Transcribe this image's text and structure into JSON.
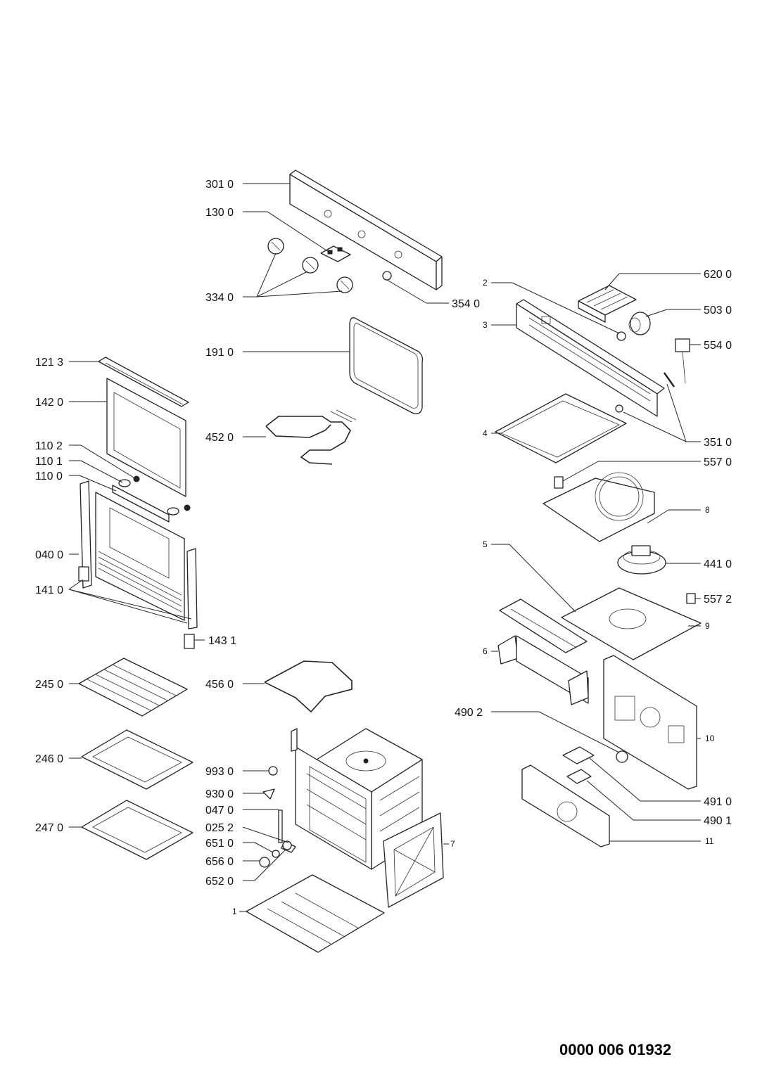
{
  "document": {
    "number": "0000 006 01932"
  },
  "parts": [
    {
      "id": "p3010",
      "label": "301 0"
    },
    {
      "id": "p1300",
      "label": "130 0"
    },
    {
      "id": "p3340",
      "label": "334 0"
    },
    {
      "id": "p3540",
      "label": "354 0"
    },
    {
      "id": "p1910",
      "label": "191 0"
    },
    {
      "id": "p4520",
      "label": "452 0"
    },
    {
      "id": "p1213",
      "label": "121 3"
    },
    {
      "id": "p1420",
      "label": "142 0"
    },
    {
      "id": "p1102",
      "label": "110 2"
    },
    {
      "id": "p1101",
      "label": "110 1"
    },
    {
      "id": "p1100",
      "label": "110 0"
    },
    {
      "id": "p0400",
      "label": "040 0"
    },
    {
      "id": "p1410",
      "label": "141 0"
    },
    {
      "id": "p1431",
      "label": "143 1"
    },
    {
      "id": "p2450",
      "label": "245 0"
    },
    {
      "id": "p4560",
      "label": "456 0"
    },
    {
      "id": "p2460",
      "label": "246 0"
    },
    {
      "id": "p2470",
      "label": "247 0"
    },
    {
      "id": "p9930",
      "label": "993 0"
    },
    {
      "id": "p9300",
      "label": "930 0"
    },
    {
      "id": "p0470",
      "label": "047 0"
    },
    {
      "id": "p0252",
      "label": "025 2"
    },
    {
      "id": "p6510",
      "label": "651 0"
    },
    {
      "id": "p6560",
      "label": "656 0"
    },
    {
      "id": "p6520",
      "label": "652 0"
    },
    {
      "id": "p1",
      "label": "1"
    },
    {
      "id": "p2",
      "label": "2"
    },
    {
      "id": "p3",
      "label": "3"
    },
    {
      "id": "p4",
      "label": "4"
    },
    {
      "id": "p5",
      "label": "5"
    },
    {
      "id": "p6",
      "label": "6"
    },
    {
      "id": "p7",
      "label": "7"
    },
    {
      "id": "p8",
      "label": "8"
    },
    {
      "id": "p9",
      "label": "9"
    },
    {
      "id": "p10",
      "label": "10"
    },
    {
      "id": "p11",
      "label": "11"
    },
    {
      "id": "p6200",
      "label": "620 0"
    },
    {
      "id": "p5030",
      "label": "503 0"
    },
    {
      "id": "p5540",
      "label": "554 0"
    },
    {
      "id": "p3510",
      "label": "351 0"
    },
    {
      "id": "p5570",
      "label": "557 0"
    },
    {
      "id": "p4410",
      "label": "441 0"
    },
    {
      "id": "p5572",
      "label": "557 2"
    },
    {
      "id": "p4902",
      "label": "490 2"
    },
    {
      "id": "p4910",
      "label": "491 0"
    },
    {
      "id": "p4901",
      "label": "490 1"
    }
  ]
}
